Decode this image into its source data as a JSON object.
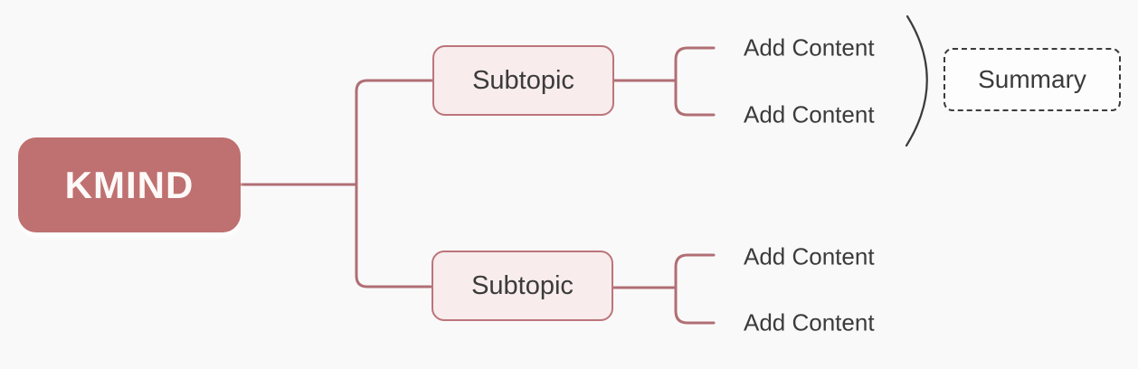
{
  "colors": {
    "canvas_background": "#faf9f9",
    "branch_line": "#b06f75",
    "root_fill": "#bf7070",
    "root_text": "#fdf9f8",
    "subtopic_fill": "#f8ecec",
    "subtopic_border": "#bb757b",
    "dark_text": "#3b3b3b",
    "summary_border": "#3b3b3b"
  },
  "mindmap": {
    "root": {
      "label": "KMIND"
    },
    "subtopics": [
      {
        "label": "Subtopic",
        "children": [
          {
            "label": "Add Content"
          },
          {
            "label": "Add Content"
          }
        ]
      },
      {
        "label": "Subtopic",
        "children": [
          {
            "label": "Add Content"
          },
          {
            "label": "Add Content"
          }
        ]
      }
    ],
    "summary": {
      "label": "Summary"
    }
  }
}
